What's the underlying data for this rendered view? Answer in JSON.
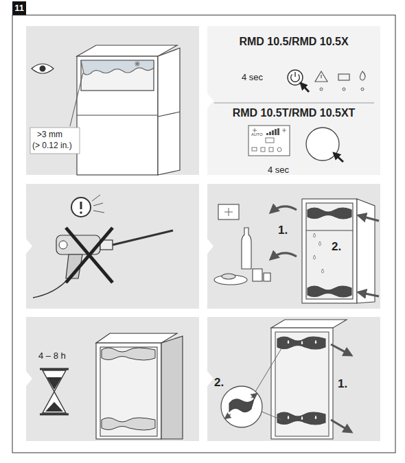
{
  "diagram": {
    "nodes": [
      {
        "text": [
          "11"
        ]
      },
      {
        "text": [
          ">3 mm",
          "(> 0.12 in.)"
        ]
      },
      {
        "text": [
          "RMD 10.5/RMD 10.5X",
          "4 sec",
          "RMD 10.5T/RMD 10.5XT",
          "AUTO",
          "4 sec"
        ]
      },
      {
        "text": [
          "1.",
          "2."
        ]
      },
      {
        "text": [
          "4 – 8 h"
        ]
      },
      {
        "text": [
          "2.",
          "1."
        ]
      }
    ]
  }
}
